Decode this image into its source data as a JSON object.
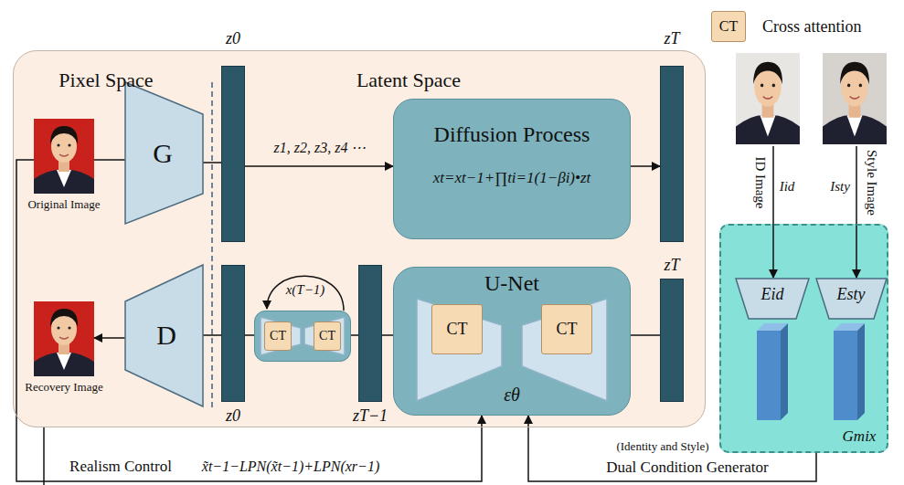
{
  "diagram": {
    "nodes": [
      {
        "text": [
          "Pixel Space",
          "Latent Space"
        ]
      },
      {
        "text": [
          "Original Image"
        ],
        "in": 0
      },
      {
        "text": [
          "G"
        ],
        "in": 0
      },
      {
        "text": [
          "z0"
        ],
        "in": 0
      },
      {
        "text": [
          "Diffusion Process",
          "xt=xt−1+∏ti=1(1−βi)•zt"
        ],
        "in": 0
      },
      {
        "text": [
          "zT"
        ],
        "in": 0
      },
      {
        "text": [
          "Recovery Image"
        ],
        "in": 0
      },
      {
        "text": [
          "D"
        ],
        "in": 0
      },
      {
        "text": [
          "z0"
        ],
        "in": 0
      },
      {
        "text": [
          "x(T−1)"
        ],
        "in": 0
      },
      {
        "text": [
          "CT"
        ],
        "in": 9
      },
      {
        "text": [
          "CT"
        ],
        "in": 9
      },
      {
        "text": [
          "zT−1"
        ],
        "in": 0
      },
      {
        "text": [
          "U-Net",
          "εθ"
        ],
        "in": 0
      },
      {
        "text": [
          "CT"
        ],
        "in": 13
      },
      {
        "text": [
          "CT"
        ],
        "in": 13
      },
      {
        "text": [
          "zT"
        ],
        "in": 0
      },
      {
        "text": [
          "Gmix"
        ]
      },
      {
        "text": [
          "Eid"
        ],
        "in": 17
      },
      {
        "text": [
          "Esty"
        ],
        "in": 17
      }
    ],
    "edges": [
      {
        "from": 1,
        "to": 2,
        "arrow": "none"
      },
      {
        "from": 2,
        "to": 3,
        "arrow": "none"
      },
      {
        "from": 3,
        "to": 4,
        "label": "z1, z2, z3, z4 ⋯",
        "arrow": "to"
      },
      {
        "from": 4,
        "to": 5,
        "arrow": "to"
      },
      {
        "from": 16,
        "to": 13,
        "arrow": "none"
      },
      {
        "from": 13,
        "to": 12,
        "arrow": "none"
      },
      {
        "from": 12,
        "to": 9,
        "arrow": "none"
      },
      {
        "from": 9,
        "to": 8,
        "arrow": "none"
      },
      {
        "from": 8,
        "to": 7,
        "arrow": "none"
      },
      {
        "from": 7,
        "to": 6,
        "arrow": "to"
      },
      {
        "from": 1,
        "to": 13,
        "arrow": "to"
      },
      {
        "from": 17,
        "to": 13,
        "arrow": "to"
      }
    ],
    "labels": [
      "CT",
      "ID Image",
      "Iid",
      "Style Image",
      "Isty",
      "Realism Control",
      "x̃t−1−LPN(x̃t−1)+LPN(xr−1)",
      "(Identity and Style)",
      "Dual Condition Generator"
    ],
    "legend": [
      {
        "text": "Cross attention",
        "color": "#f6dab4"
      }
    ]
  }
}
